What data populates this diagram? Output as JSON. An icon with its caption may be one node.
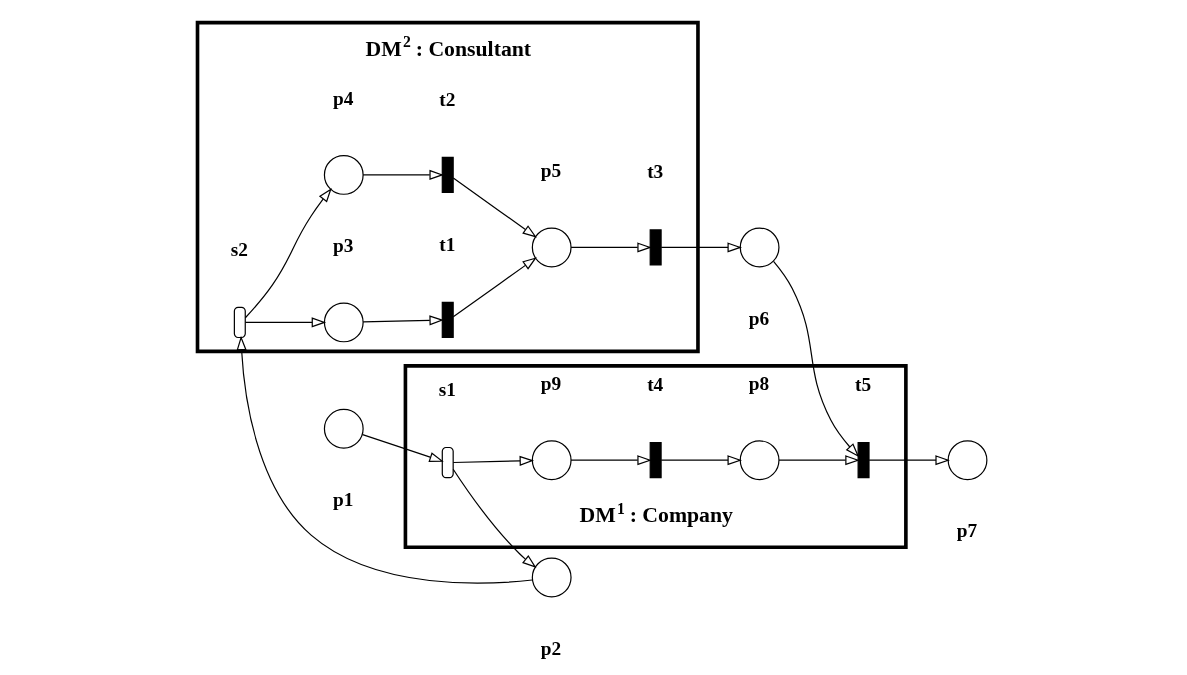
{
  "diagram": {
    "nodes": [
      {
        "text": [
          "DM$^{2}$ : Consultant"
        ]
      },
      {
        "text": [],
        "shape": "box",
        "beside": [
          "s2"
        ],
        "in": 0
      },
      {
        "text": [],
        "shape": "circle",
        "beside": [
          "p3"
        ],
        "in": 0
      },
      {
        "text": [],
        "shape": "bar",
        "beside": [
          "t1"
        ],
        "in": 0
      },
      {
        "text": [],
        "shape": "circle",
        "beside": [
          "p4"
        ],
        "in": 0
      },
      {
        "text": [],
        "shape": "bar",
        "beside": [
          "t2"
        ],
        "in": 0
      },
      {
        "text": [],
        "shape": "circle",
        "beside": [
          "p5"
        ],
        "in": 0
      },
      {
        "text": [],
        "shape": "bar",
        "beside": [
          "t3"
        ],
        "in": 0
      },
      {
        "text": [],
        "shape": "circle",
        "beside": [
          "p2"
        ]
      },
      {
        "text": [],
        "shape": "circle",
        "beside": [
          "p6"
        ]
      },
      {
        "text": [],
        "shape": "circle",
        "beside": [
          "p1"
        ]
      },
      {
        "text": [
          "DM$^{1}$ : Company"
        ]
      },
      {
        "text": [],
        "shape": "box",
        "beside": [
          "s1"
        ],
        "in": 11
      },
      {
        "text": [],
        "shape": "circle",
        "beside": [
          "p9"
        ],
        "in": 11
      },
      {
        "text": [],
        "shape": "bar",
        "beside": [
          "t4"
        ],
        "in": 11
      },
      {
        "text": [],
        "shape": "circle",
        "beside": [
          "p8"
        ],
        "in": 11
      },
      {
        "text": [],
        "shape": "bar",
        "beside": [
          "t5"
        ],
        "in": 11
      },
      {
        "text": [],
        "shape": "circle",
        "beside": [
          "p7"
        ]
      }
    ],
    "edges": [
      {
        "from": 10,
        "to": 12,
        "arrow": "to"
      },
      {
        "from": 12,
        "to": 8,
        "arrow": "to"
      },
      {
        "from": 8,
        "to": 1,
        "arrow": "to"
      },
      {
        "from": 1,
        "to": 2,
        "arrow": "to"
      },
      {
        "from": 1,
        "to": 4,
        "arrow": "to"
      },
      {
        "from": 2,
        "to": 3,
        "arrow": "to"
      },
      {
        "from": 4,
        "to": 5,
        "arrow": "to"
      },
      {
        "from": 3,
        "to": 6,
        "arrow": "to"
      },
      {
        "from": 5,
        "to": 6,
        "arrow": "to"
      },
      {
        "from": 6,
        "to": 7,
        "arrow": "to"
      },
      {
        "from": 7,
        "to": 9,
        "arrow": "to"
      },
      {
        "from": 9,
        "to": 16,
        "arrow": "to"
      },
      {
        "from": 12,
        "to": 13,
        "arrow": "to"
      },
      {
        "from": 13,
        "to": 14,
        "arrow": "to"
      },
      {
        "from": 14,
        "to": 15,
        "arrow": "to"
      },
      {
        "from": 15,
        "to": 16,
        "arrow": "to"
      },
      {
        "from": 16,
        "to": 17,
        "arrow": "to"
      }
    ]
  }
}
